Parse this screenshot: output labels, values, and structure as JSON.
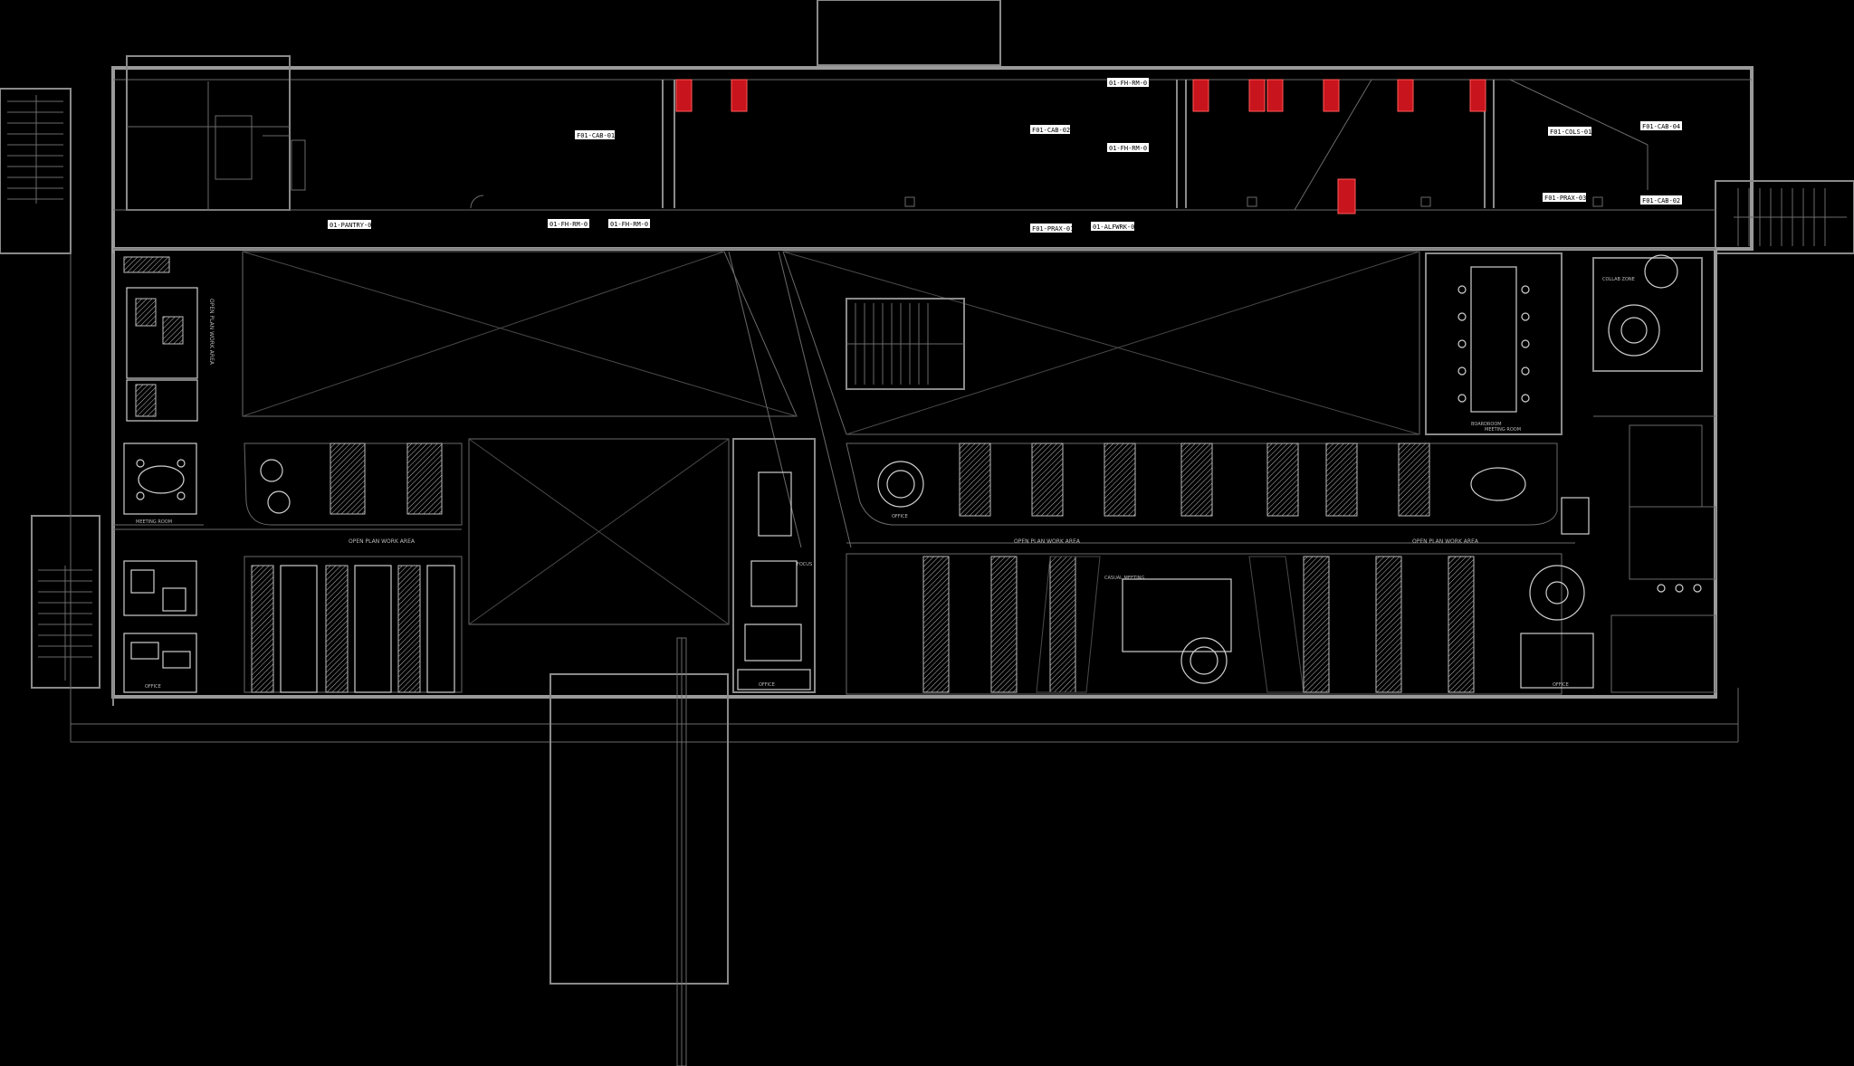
{
  "drawing": {
    "background": "#000000",
    "line_color": "#8a8a8a",
    "accent_color": "#c8141c"
  },
  "tags": [
    {
      "id": "t1",
      "text": "F01-CAB-01"
    },
    {
      "id": "t2",
      "text": "01-FH-RM-0"
    },
    {
      "id": "t3",
      "text": "F01-CAB-02"
    },
    {
      "id": "t4",
      "text": "01-FH-RM-0"
    },
    {
      "id": "t5",
      "text": "F01-COLS-01"
    },
    {
      "id": "t6",
      "text": "F01-CAB-04"
    },
    {
      "id": "t7",
      "text": "F01-PRAX-03"
    },
    {
      "id": "t8",
      "text": "F01-CAB-02"
    },
    {
      "id": "t9",
      "text": "01-PANTRY-0"
    },
    {
      "id": "t10",
      "text": "01-FH-RM-0"
    },
    {
      "id": "t11",
      "text": "01-FH-RM-0"
    },
    {
      "id": "t12",
      "text": "F01-PRAX-01"
    },
    {
      "id": "t13",
      "text": "01-ALFWRK-0"
    }
  ],
  "zone_labels": [
    {
      "id": "z1",
      "text": "OPEN PLAN WORK AREA"
    },
    {
      "id": "z2",
      "text": "OPEN PLAN WORK AREA"
    },
    {
      "id": "z3",
      "text": "OPEN PLAN WORK AREA"
    },
    {
      "id": "z4",
      "text": "OPEN PLAN WORK AREA"
    }
  ],
  "room_labels": [
    {
      "id": "r1",
      "text": "MEETING ROOM"
    },
    {
      "id": "r2",
      "text": "OFFICE"
    },
    {
      "id": "r3",
      "text": "OFFICE"
    },
    {
      "id": "r4",
      "text": "OFFICE"
    },
    {
      "id": "r5",
      "text": "OFFICE"
    },
    {
      "id": "r6",
      "text": "CASUAL MEETING"
    },
    {
      "id": "r7",
      "text": "FOCUS"
    },
    {
      "id": "r8",
      "text": "BOARDROOM"
    },
    {
      "id": "r9",
      "text": "MEETING ROOM"
    },
    {
      "id": "r10",
      "text": "COLLAB ZONE"
    }
  ]
}
